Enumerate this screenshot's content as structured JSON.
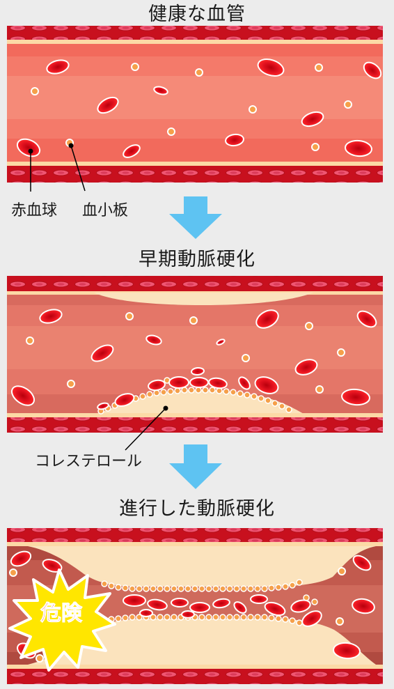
{
  "stages": {
    "healthy": {
      "title": "健康な血管"
    },
    "early": {
      "title": "早期動脈硬化"
    },
    "advanced": {
      "title": "進行した動脈硬化"
    }
  },
  "labels": {
    "red_blood_cell": "赤血球",
    "platelet": "血小板",
    "cholesterol": "コレステロール",
    "danger": "危険"
  },
  "colors": {
    "wall": "#c8101e",
    "wall_cell": "#ef4f6f",
    "lumen_healthy": "#f47a6a",
    "lumen_early": "#e87a6a",
    "lumen_advanced": "#c65a4e",
    "plaque": "#fbe3bd",
    "platelet": "#f5a04a",
    "arrow": "#5ec3f2",
    "danger_text": "#e8101e",
    "danger_burst": "#ffe600"
  }
}
